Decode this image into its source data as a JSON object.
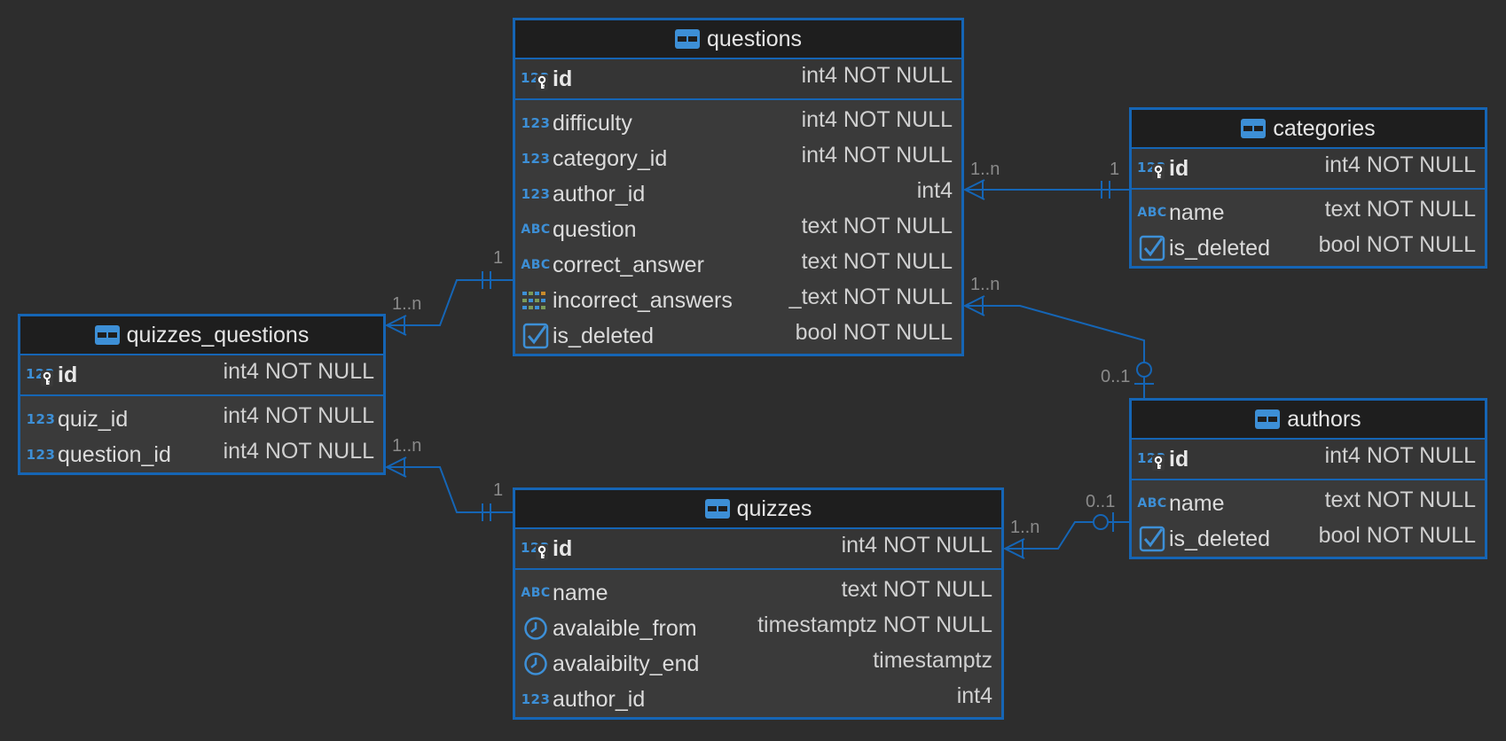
{
  "entities": {
    "questions": {
      "name": "questions",
      "pk": {
        "name": "id",
        "type": "int4 NOT NULL",
        "icon": "key-123-icon"
      },
      "columns": [
        {
          "name": "difficulty",
          "type": "int4 NOT NULL",
          "icon": "123-icon"
        },
        {
          "name": "category_id",
          "type": "int4 NOT NULL",
          "icon": "123-icon"
        },
        {
          "name": "author_id",
          "type": "int4",
          "icon": "123-icon"
        },
        {
          "name": "question",
          "type": "text NOT NULL",
          "icon": "abc-icon"
        },
        {
          "name": "correct_answer",
          "type": "text NOT NULL",
          "icon": "abc-icon"
        },
        {
          "name": "incorrect_answers",
          "type": "_text NOT NULL",
          "icon": "array-icon"
        },
        {
          "name": "is_deleted",
          "type": "bool NOT NULL",
          "icon": "checkbox-icon"
        }
      ]
    },
    "categories": {
      "name": "categories",
      "pk": {
        "name": "id",
        "type": "int4 NOT NULL",
        "icon": "key-123-icon"
      },
      "columns": [
        {
          "name": "name",
          "type": "text NOT NULL",
          "icon": "abc-icon"
        },
        {
          "name": "is_deleted",
          "type": "bool NOT NULL",
          "icon": "checkbox-icon"
        }
      ]
    },
    "quizzes_questions": {
      "name": "quizzes_questions",
      "pk": {
        "name": "id",
        "type": "int4 NOT NULL",
        "icon": "key-123-icon"
      },
      "columns": [
        {
          "name": "quiz_id",
          "type": "int4 NOT NULL",
          "icon": "123-icon"
        },
        {
          "name": "question_id",
          "type": "int4 NOT NULL",
          "icon": "123-icon"
        }
      ]
    },
    "authors": {
      "name": "authors",
      "pk": {
        "name": "id",
        "type": "int4 NOT NULL",
        "icon": "key-123-icon"
      },
      "columns": [
        {
          "name": "name",
          "type": "text NOT NULL",
          "icon": "abc-icon"
        },
        {
          "name": "is_deleted",
          "type": "bool NOT NULL",
          "icon": "checkbox-icon"
        }
      ]
    },
    "quizzes": {
      "name": "quizzes",
      "pk": {
        "name": "id",
        "type": "int4 NOT NULL",
        "icon": "key-123-icon"
      },
      "columns": [
        {
          "name": "name",
          "type": "text NOT NULL",
          "icon": "abc-icon"
        },
        {
          "name": "avalaible_from",
          "type": "timestamptz NOT NULL",
          "icon": "clock-icon"
        },
        {
          "name": "avalaibilty_end",
          "type": "timestamptz",
          "icon": "clock-icon"
        },
        {
          "name": "author_id",
          "type": "int4",
          "icon": "123-icon"
        }
      ]
    }
  },
  "relations": [
    {
      "from": "questions",
      "to": "categories",
      "from_card": "1..n",
      "to_card": "1"
    },
    {
      "from": "quizzes_questions",
      "to": "questions",
      "from_card": "1..n",
      "to_card": "1"
    },
    {
      "from": "questions",
      "to": "authors",
      "from_card": "1..n",
      "to_card": "0..1"
    },
    {
      "from": "quizzes_questions",
      "to": "quizzes",
      "from_card": "1..n",
      "to_card": "1"
    },
    {
      "from": "quizzes",
      "to": "authors",
      "from_card": "1..n",
      "to_card": "0..1"
    }
  ],
  "icon_labels": {
    "num": "123",
    "abc": "ABC"
  },
  "colors": {
    "background": "#2d2d2d",
    "entity_border": "#1565b5",
    "entity_header": "#1e1e1e",
    "entity_body": "#3a3a3a",
    "icon_blue": "#3d8fd6",
    "cardinality_text": "#8a8a8a"
  }
}
